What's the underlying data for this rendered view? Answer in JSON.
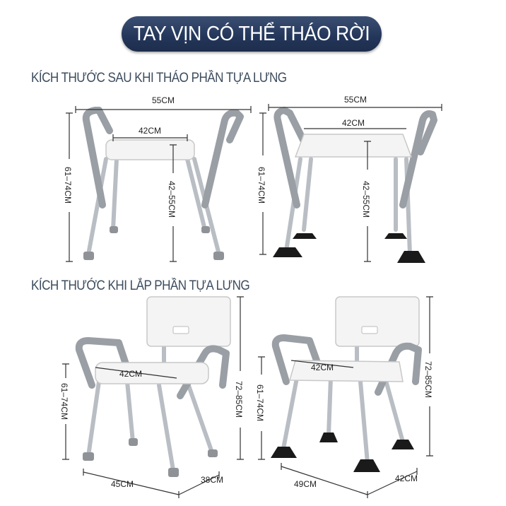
{
  "banner": {
    "title": "TAY VỊN CÓ THỂ THÁO RỜI",
    "color": "#23365a"
  },
  "sections": [
    {
      "heading": "KÍCH THƯỚC SAU KHI THÁO PHẦN TỰA LƯNG",
      "panels": [
        {
          "width": "55CM",
          "seat_width": "42CM",
          "total_height": "61–74CM",
          "seat_height": "42–55CM"
        },
        {
          "width": "55CM",
          "seat_width": "42CM",
          "total_height": "61–74CM",
          "seat_height": "42–55CM"
        }
      ]
    },
    {
      "heading": "KÍCH THƯỚC KHI LẮP PHẦN TỰA LƯNG",
      "panels": [
        {
          "seat_width": "42CM",
          "arm_height": "61–74CM",
          "back_height": "72–85CM",
          "front_width": "45CM",
          "depth": "38CM"
        },
        {
          "seat_width": "42CM",
          "arm_height": "61–74CM",
          "back_height": "72–85CM",
          "front_width": "49CM",
          "depth": "42CM"
        }
      ]
    }
  ]
}
